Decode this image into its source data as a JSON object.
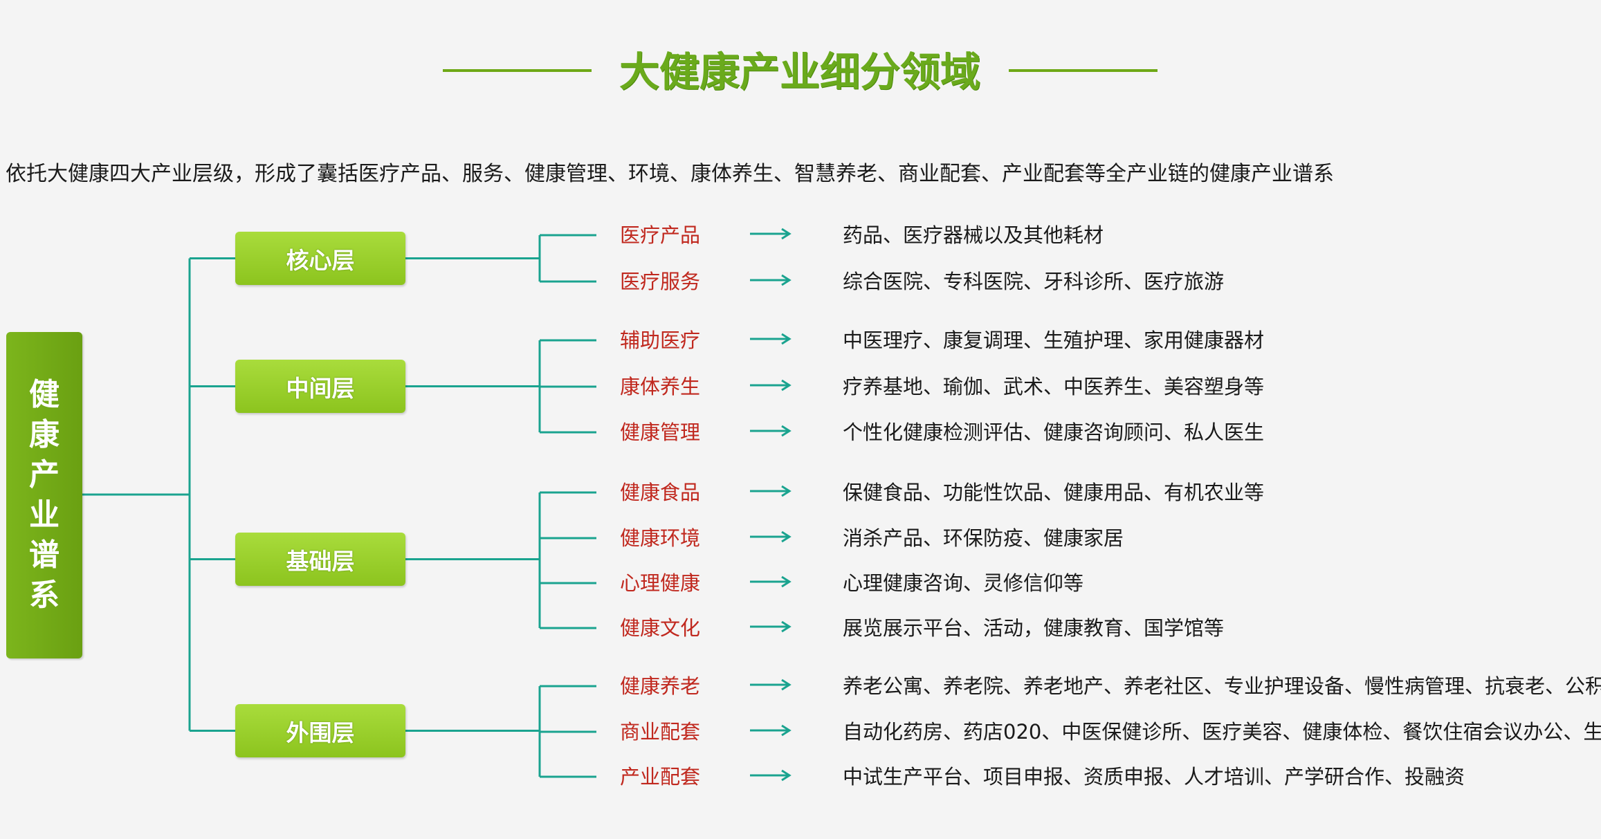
{
  "title": "大健康产业细分领域",
  "intro": "依托大健康四大产业层级，形成了囊括医疗产品、服务、健康管理、环境、康体养生、智慧养老、商业配套、产业配套等全产业链的健康产业谱系",
  "root": {
    "label_chars": [
      "健",
      "康",
      "产",
      "业",
      "谱",
      "系"
    ]
  },
  "layers": [
    {
      "name": "核心层",
      "items": [
        {
          "category": "医疗产品",
          "description": "药品、医疗器械以及其他耗材"
        },
        {
          "category": "医疗服务",
          "description": "综合医院、专科医院、牙科诊所、医疗旅游"
        }
      ]
    },
    {
      "name": "中间层",
      "items": [
        {
          "category": "辅助医疗",
          "description": "中医理疗、康复调理、生殖护理、家用健康器材"
        },
        {
          "category": "康体养生",
          "description": "疗养基地、瑜伽、武术、中医养生、美容塑身等"
        },
        {
          "category": "健康管理",
          "description": "个性化健康检测评估、健康咨询顾问、私人医生"
        }
      ]
    },
    {
      "name": "基础层",
      "items": [
        {
          "category": "健康食品",
          "description": "保健食品、功能性饮品、健康用品、有机农业等"
        },
        {
          "category": "健康环境",
          "description": "消杀产品、环保防疫、健康家居"
        },
        {
          "category": "心理健康",
          "description": "心理健康咨询、灵修信仰等"
        },
        {
          "category": "健康文化",
          "description": "展览展示平台、活动，健康教育、国学馆等"
        }
      ]
    },
    {
      "name": "外围层",
      "items": [
        {
          "category": "健康养老",
          "description": "养老公寓、养老院、养老地产、养老社区、专业护理设备、慢性病管理、抗衰老、公积金"
        },
        {
          "category": "商业配套",
          "description": "自动化药房、药店020、中医保健诊所、医疗美容、健康体检、餐饮住宿会议办公、生态农庄"
        },
        {
          "category": "产业配套",
          "description": "中试生产平台、项目申报、资质申报、人才培训、产学研合作、投融资"
        }
      ]
    }
  ],
  "colors": {
    "accent_green": "#6aaa1c",
    "layer_green": "#8cc41e",
    "connector_teal": "#1aa38f",
    "category_red": "#c0281e"
  },
  "arrow_icon": "right-arrow-icon"
}
